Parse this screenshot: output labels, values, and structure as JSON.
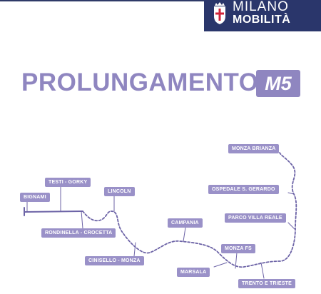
{
  "brand": {
    "line1": "MILANO",
    "line2": "MOBILITÀ"
  },
  "title": "PROLUNGAMENTO",
  "line_badge": "M5",
  "colors": {
    "accent": "#8f86c0",
    "brand_bg": "#2a366b",
    "track": "#6c63a6"
  },
  "stations": {
    "bignami": "BIGNAMI",
    "testi_gorky": "TESTI - GORKY",
    "lincoln": "LINCOLN",
    "rondinella": "RONDINELLA - CROCETTA",
    "campania": "CAMPANIA",
    "cinisello": "CINISELLO - MONZA",
    "monza_fs": "MONZA FS",
    "marsala": "MARSALA",
    "trento": "TRENTO E TRIESTE",
    "parco": "PARCO VILLA REALE",
    "ospedale": "OSPEDALE S. GERARDO",
    "brianza": "MONZA BRIANZA"
  }
}
